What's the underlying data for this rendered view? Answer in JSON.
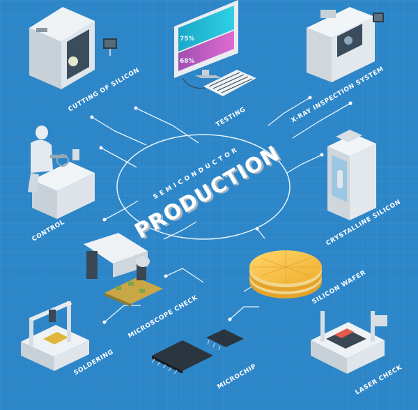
{
  "center": {
    "subtitle": "SEMICONDUCTOR",
    "title": "PRODUCTION"
  },
  "stages": [
    {
      "id": "cutting",
      "label": "CUTTING OF SILICON"
    },
    {
      "id": "testing",
      "label": "TESTING"
    },
    {
      "id": "xray",
      "label": "X-RAY INSPECTION SYSTEM"
    },
    {
      "id": "crystalline",
      "label": "CRYSTALLINE SILICON"
    },
    {
      "id": "control",
      "label": "CONTROL"
    },
    {
      "id": "wafer",
      "label": "SILICON WAFER"
    },
    {
      "id": "microscope",
      "label": "MICROSCOPE CHECK"
    },
    {
      "id": "soldering",
      "label": "SOLDERING"
    },
    {
      "id": "microchip",
      "label": "MICROCHIP"
    },
    {
      "id": "laser",
      "label": "LASER CHECK"
    }
  ],
  "monitor": {
    "readout_top": "75%",
    "readout_bottom": "68%"
  },
  "colors": {
    "background": "#2d86c8",
    "grid": "#4b9ad4",
    "connector": "#e9f4fb",
    "accent_pink": "#c85cc0",
    "accent_cyan": "#2fd0e4",
    "wafer_gold": "#f6c342"
  }
}
